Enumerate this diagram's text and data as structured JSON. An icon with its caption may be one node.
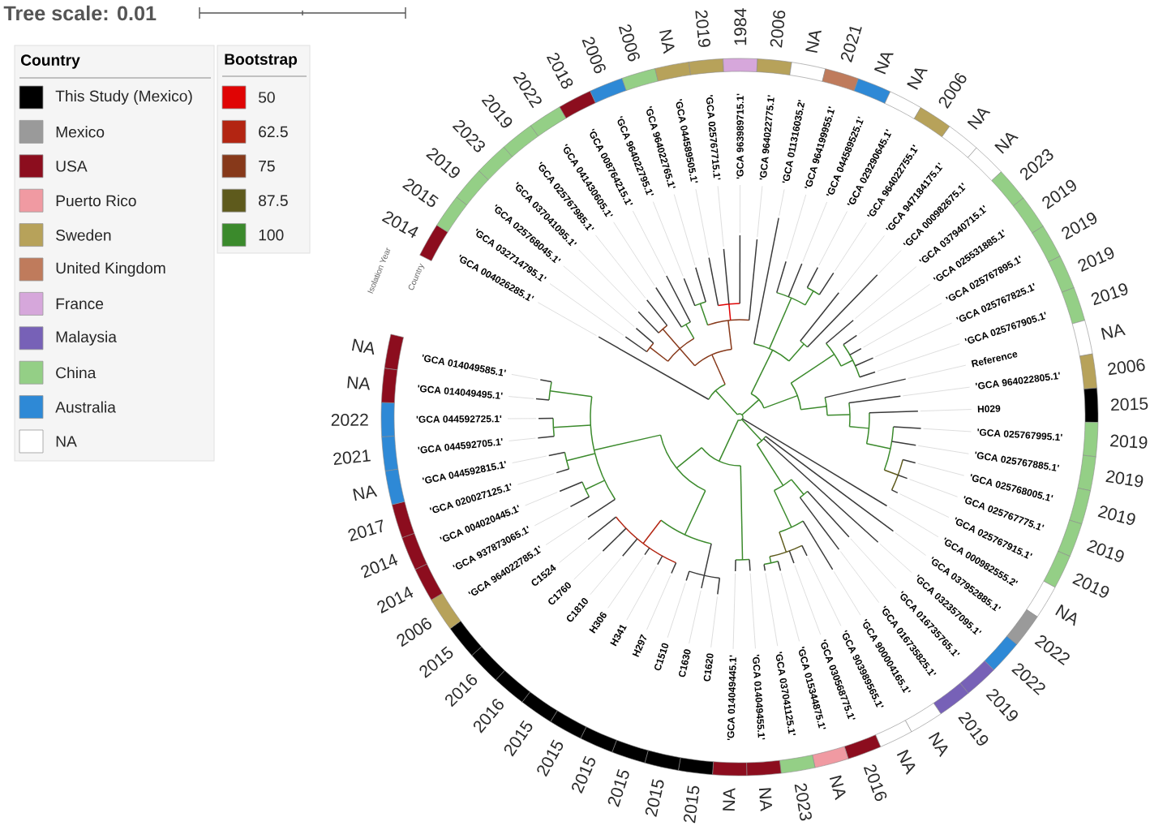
{
  "diagram": {
    "labels": [
      "Tree scale: 0.01",
      "Country",
      "Bootstrap",
      "Isolation Year",
      "Country",
      "'GCA 004026285.1'",
      "2014",
      "'GCA 032714795.1'",
      "2015",
      "'GCA 025768045.1'",
      "2019",
      "'GCA 037041095.1'",
      "2023",
      "'GCA 025767985.1'",
      "2019",
      "'GCA 041430605.1'",
      "2022",
      "'GCA 008764215.1'",
      "2018",
      "'GCA 964022795.1'",
      "2006",
      "'GCA 964022765.1'",
      "2006",
      "'GCA 044589505.1'",
      "NA",
      "'GCA 025767715.1'",
      "2019",
      "'GCA 963989715.1'",
      "1984",
      "'GCA 964022775.1'",
      "2006",
      "'GCA 011316035.2'",
      "NA",
      "'GCA 964199955.1'",
      "2021",
      "'GCA 044589525.1'",
      "NA",
      "'GCA 029290645.1'",
      "NA",
      "'GCA 964022755.1'",
      "2006",
      "'GCA 947184175.1'",
      "NA",
      "'GCA 000982675.1'",
      "NA",
      "'GCA 037940715.1'",
      "2023",
      "'GCA 025531885.1'",
      "2019",
      "'GCA 025767895.1'",
      "2019",
      "'GCA 025767825.1'",
      "2019",
      "'GCA 025767905.1'",
      "2019",
      "Reference",
      "NA",
      "'GCA 964022805.1'",
      "2006",
      "H029",
      "2015",
      "'GCA 025767995.1'",
      "2019",
      "'GCA 025767885.1'",
      "2019",
      "'GCA 025768005.1'",
      "2019",
      "'GCA 025767775.1'",
      "2019",
      "'GCA 025767915.1'",
      "2019",
      "'GCA 000982555.2'",
      "NA",
      "'GCA 037952885.1'",
      "2022",
      "'GCA 032357095.1'",
      "2022",
      "'GCA 016735765.1'",
      "2019",
      "'GCA 016735825.1'",
      "2019",
      "'GCA 900004165.1'",
      "NA",
      "'GCA 903989565.1'",
      "NA",
      "'GCA 030568775.1'",
      "2016",
      "'GCA 015344875.1'",
      "NA",
      "'GCA 037041125.1'",
      "2023",
      "'GCA 014049455.1'",
      "NA",
      "'GCA 014049445.1'",
      "NA",
      "C1620",
      "2015",
      "C1630",
      "2015",
      "C1510",
      "2015",
      "H297",
      "2015",
      "H341",
      "2015",
      "H306",
      "2015",
      "C1810",
      "2016",
      "C1760",
      "2016",
      "C1524",
      "2015",
      "'GCA 964022785.1'",
      "2006",
      "'GCA 937873065.1'",
      "2014",
      "'GCA 004020445.1'",
      "2014",
      "'GCA 020027125.1'",
      "2017",
      "'GCA 044592815.1'",
      "NA",
      "'GCA 044592705.1'",
      "2021",
      "'GCA 044592725.1'",
      "2022",
      "'GCA 014049495.1'",
      "NA",
      "'GCA 014049585.1'",
      "NA"
    ],
    "legend": [
      {
        "text": "This Study (Mexico)",
        "color": "#000000"
      },
      {
        "text": "Mexico",
        "color": "#9a9a9a"
      },
      {
        "text": "USA",
        "color": "#8c0d1e"
      },
      {
        "text": "Puerto Rico",
        "color": "#f09aa2"
      },
      {
        "text": "Sweden",
        "color": "#b7a25a"
      },
      {
        "text": "United Kingdom",
        "color": "#bf7b5c"
      },
      {
        "text": "France",
        "color": "#d6a7db"
      },
      {
        "text": "Malaysia",
        "color": "#7761b7"
      },
      {
        "text": "China",
        "color": "#94cf86"
      },
      {
        "text": "Australia",
        "color": "#2e89d6"
      },
      {
        "text": "NA",
        "color": "#ffffff"
      },
      {
        "text": "50",
        "color": "#e00404"
      },
      {
        "text": "62.5",
        "color": "#b32512"
      },
      {
        "text": "75",
        "color": "#87391a"
      },
      {
        "text": "87.5",
        "color": "#5e5a1c"
      },
      {
        "text": "100",
        "color": "#3b8a2c"
      }
    ]
  }
}
